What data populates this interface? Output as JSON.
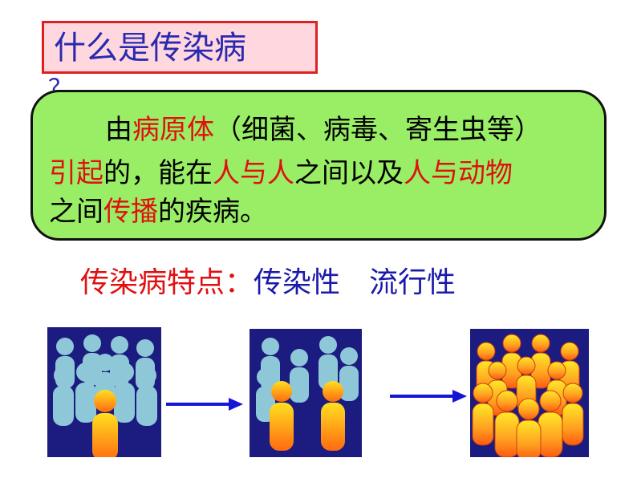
{
  "title": {
    "text": "什么是传染病",
    "question_mark": "？"
  },
  "definition": {
    "line1": [
      {
        "text": "由",
        "color": "black"
      },
      {
        "text": "病原体",
        "color": "red"
      },
      {
        "text": "（细菌、病毒、寄生虫等）",
        "color": "black"
      }
    ],
    "line2": [
      {
        "text": "引起",
        "color": "red"
      },
      {
        "text": "的，能在",
        "color": "black"
      },
      {
        "text": "人与人",
        "color": "red"
      },
      {
        "text": "之间以及",
        "color": "black"
      },
      {
        "text": "人与动物",
        "color": "red"
      }
    ],
    "line3": [
      {
        "text": "之间",
        "color": "black"
      },
      {
        "text": "传播",
        "color": "red"
      },
      {
        "text": "的疾病。",
        "color": "black"
      }
    ]
  },
  "features": {
    "label": "传染病特点：",
    "value1": "传染性",
    "value2": "流行性"
  },
  "colors": {
    "title_text": "#2a2ab0",
    "title_box_bg": "#ffd7de",
    "title_box_border": "#e02020",
    "definition_bg": "#99ee66",
    "highlight_red": "#e01010",
    "panel_bg": "#1c1c80",
    "arrow": "#1515d8",
    "healthy_person": "#8ec8d8",
    "infected_person_top": "#ffe020",
    "infected_person_bottom": "#ff7010"
  },
  "images": [
    {
      "name": "one-infected-crowd-image",
      "infected_count": 1,
      "healthy_count": 9
    },
    {
      "name": "two-infected-crowd-image",
      "infected_count": 2,
      "healthy_count": 5
    },
    {
      "name": "all-infected-crowd-image",
      "infected_count": 12,
      "healthy_count": 0
    }
  ],
  "icons": [
    "right-arrow-icon",
    "right-arrow-icon"
  ]
}
